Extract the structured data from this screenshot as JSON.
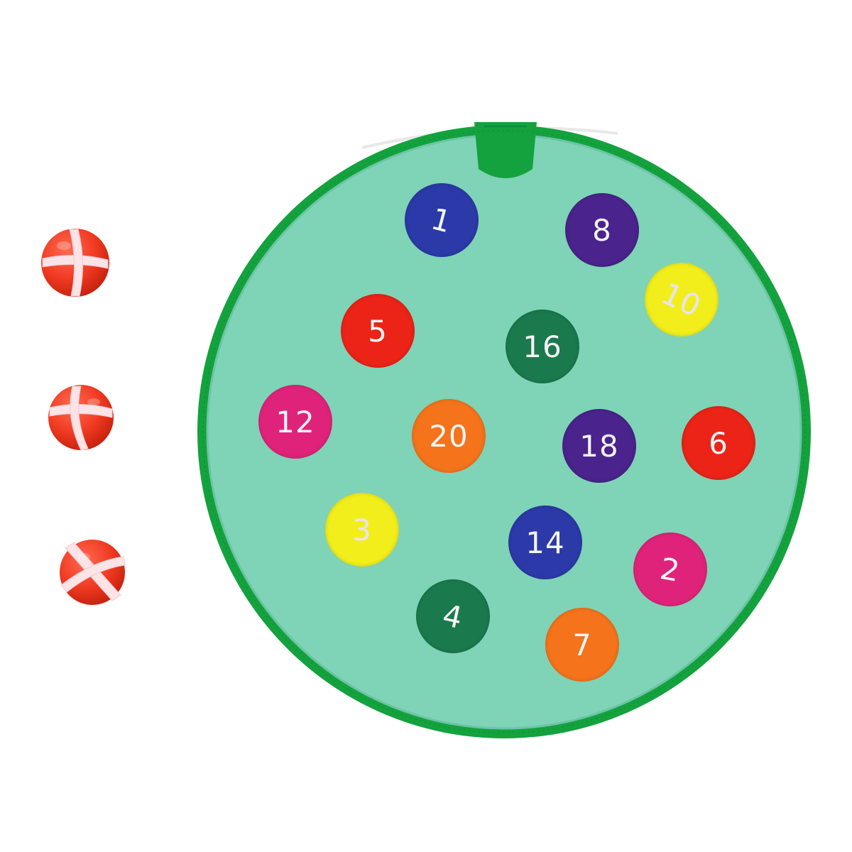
{
  "scene": {
    "background": "#ffffff"
  },
  "balls": [
    {
      "name": "sticky-ball-1",
      "color": "#f03a22",
      "strap_color": "#fbe3e6"
    },
    {
      "name": "sticky-ball-2",
      "color": "#f03a22",
      "strap_color": "#fbe3e6"
    },
    {
      "name": "sticky-ball-3",
      "color": "#f03a22",
      "strap_color": "#fbe3e6"
    }
  ],
  "board": {
    "fabric_color": "#7fd3b6",
    "border_color": "#13a23d",
    "hanging_loop_color": "#13a23d",
    "spots": [
      {
        "value": "1",
        "color": "#2b3aa8"
      },
      {
        "value": "8",
        "color": "#4a238c"
      },
      {
        "value": "10",
        "color": "#f2ee1c"
      },
      {
        "value": "5",
        "color": "#ec2317"
      },
      {
        "value": "16",
        "color": "#1a7a4e"
      },
      {
        "value": "12",
        "color": "#e0237a"
      },
      {
        "value": "20",
        "color": "#f5731b"
      },
      {
        "value": "18",
        "color": "#4a238c"
      },
      {
        "value": "6",
        "color": "#ec2317"
      },
      {
        "value": "3",
        "color": "#f2ee1c"
      },
      {
        "value": "14",
        "color": "#2b3aa8"
      },
      {
        "value": "2",
        "color": "#e0237a"
      },
      {
        "value": "4",
        "color": "#1a7a4e"
      },
      {
        "value": "7",
        "color": "#f5731b"
      }
    ]
  }
}
